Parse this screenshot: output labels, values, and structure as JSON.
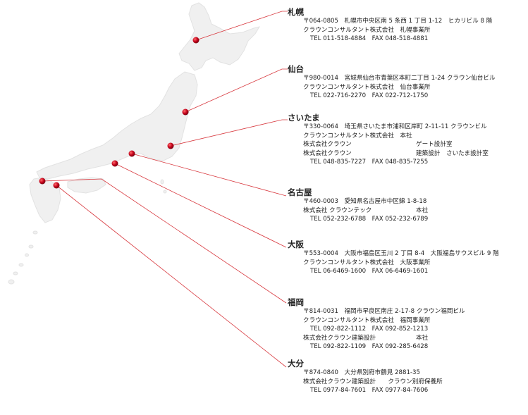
{
  "colors": {
    "accent": "#c4001a",
    "land": "#f0f0f0",
    "line": "#d8393f"
  },
  "offices": [
    {
      "id": "sapporo",
      "name": "札幌",
      "rows": [
        {
          "type": "addr",
          "text": "〒064-0805　札幌市中央区南 5 条西 1 丁目 1-12　ヒカリビル 8 階"
        },
        {
          "type": "company",
          "text": "クラウンコンサルタント株式会社　札幌事業所"
        },
        {
          "type": "tel",
          "text": "TEL 011-518-4884　FAX 048-518-4881"
        }
      ]
    },
    {
      "id": "sendai",
      "name": "仙台",
      "rows": [
        {
          "type": "addr",
          "text": "〒980-0014　宮城県仙台市青葉区本町二丁目 1-24 クラウン仙台ビル"
        },
        {
          "type": "company",
          "text": "クラウンコンサルタント株式会社　仙台事業所"
        },
        {
          "type": "tel",
          "text": "TEL 022-716-2270　FAX 022-712-1750"
        }
      ]
    },
    {
      "id": "saitama",
      "name": "さいたま",
      "rows": [
        {
          "type": "addr",
          "text": "〒330-0064　埼玉県さいたま市浦和区岸町 2-11-11 クラウンビル"
        },
        {
          "type": "company",
          "text": "クラウンコンサルタント株式会社　本社"
        },
        {
          "type": "company2",
          "text": "株式会社クラウン",
          "text2": "ゲート設計室"
        },
        {
          "type": "company2",
          "text": "株式会社クラウン",
          "text2": "建築設計　さいたま設計室"
        },
        {
          "type": "tel",
          "text": "TEL 048-835-7227　FAX 048-835-7255"
        }
      ]
    },
    {
      "id": "nagoya",
      "name": "名古屋",
      "rows": [
        {
          "type": "addr",
          "text": "〒460-0003　愛知県名古屋市中区錦 1-8-18"
        },
        {
          "type": "company2",
          "text": "株式会社 クラウンテック",
          "text2": "本社"
        },
        {
          "type": "tel",
          "text": "TEL 052-232-6788　FAX 052-232-6789"
        }
      ]
    },
    {
      "id": "osaka",
      "name": "大阪",
      "rows": [
        {
          "type": "addr",
          "text": "〒553-0004　大阪市福島区玉川 2 丁目 8-4　大阪福島サウスビル 9 階"
        },
        {
          "type": "company",
          "text": "クラウンコンサルタント株式会社　大阪事業所"
        },
        {
          "type": "tel",
          "text": "TEL 06-6469-1600　FAX 06-6469-1601"
        }
      ]
    },
    {
      "id": "fukuoka",
      "name": "福岡",
      "rows": [
        {
          "type": "addr",
          "text": "〒814-0031　福岡市早良区南庄 2-17-8 クラウン福岡ビル"
        },
        {
          "type": "company",
          "text": "クラウンコンサルタント株式会社　福岡事業所"
        },
        {
          "type": "tel",
          "text": "TEL 092-822-1112　FAX 092-852-1213"
        },
        {
          "type": "company2",
          "text": "株式会社クラウン建築設計",
          "text2": "本社"
        },
        {
          "type": "tel",
          "text": "TEL 092-822-1109　FAX 092-285-6428"
        }
      ]
    },
    {
      "id": "oita",
      "name": "大分",
      "rows": [
        {
          "type": "addr",
          "text": "〒874-0840　大分県別府市鶴見 2881-35"
        },
        {
          "type": "company",
          "text": "株式会社クラウン建築設計　　クラウン別府保養所"
        },
        {
          "type": "tel",
          "text": "TEL 0977-84-7601　FAX 0977-84-7606"
        }
      ]
    }
  ]
}
